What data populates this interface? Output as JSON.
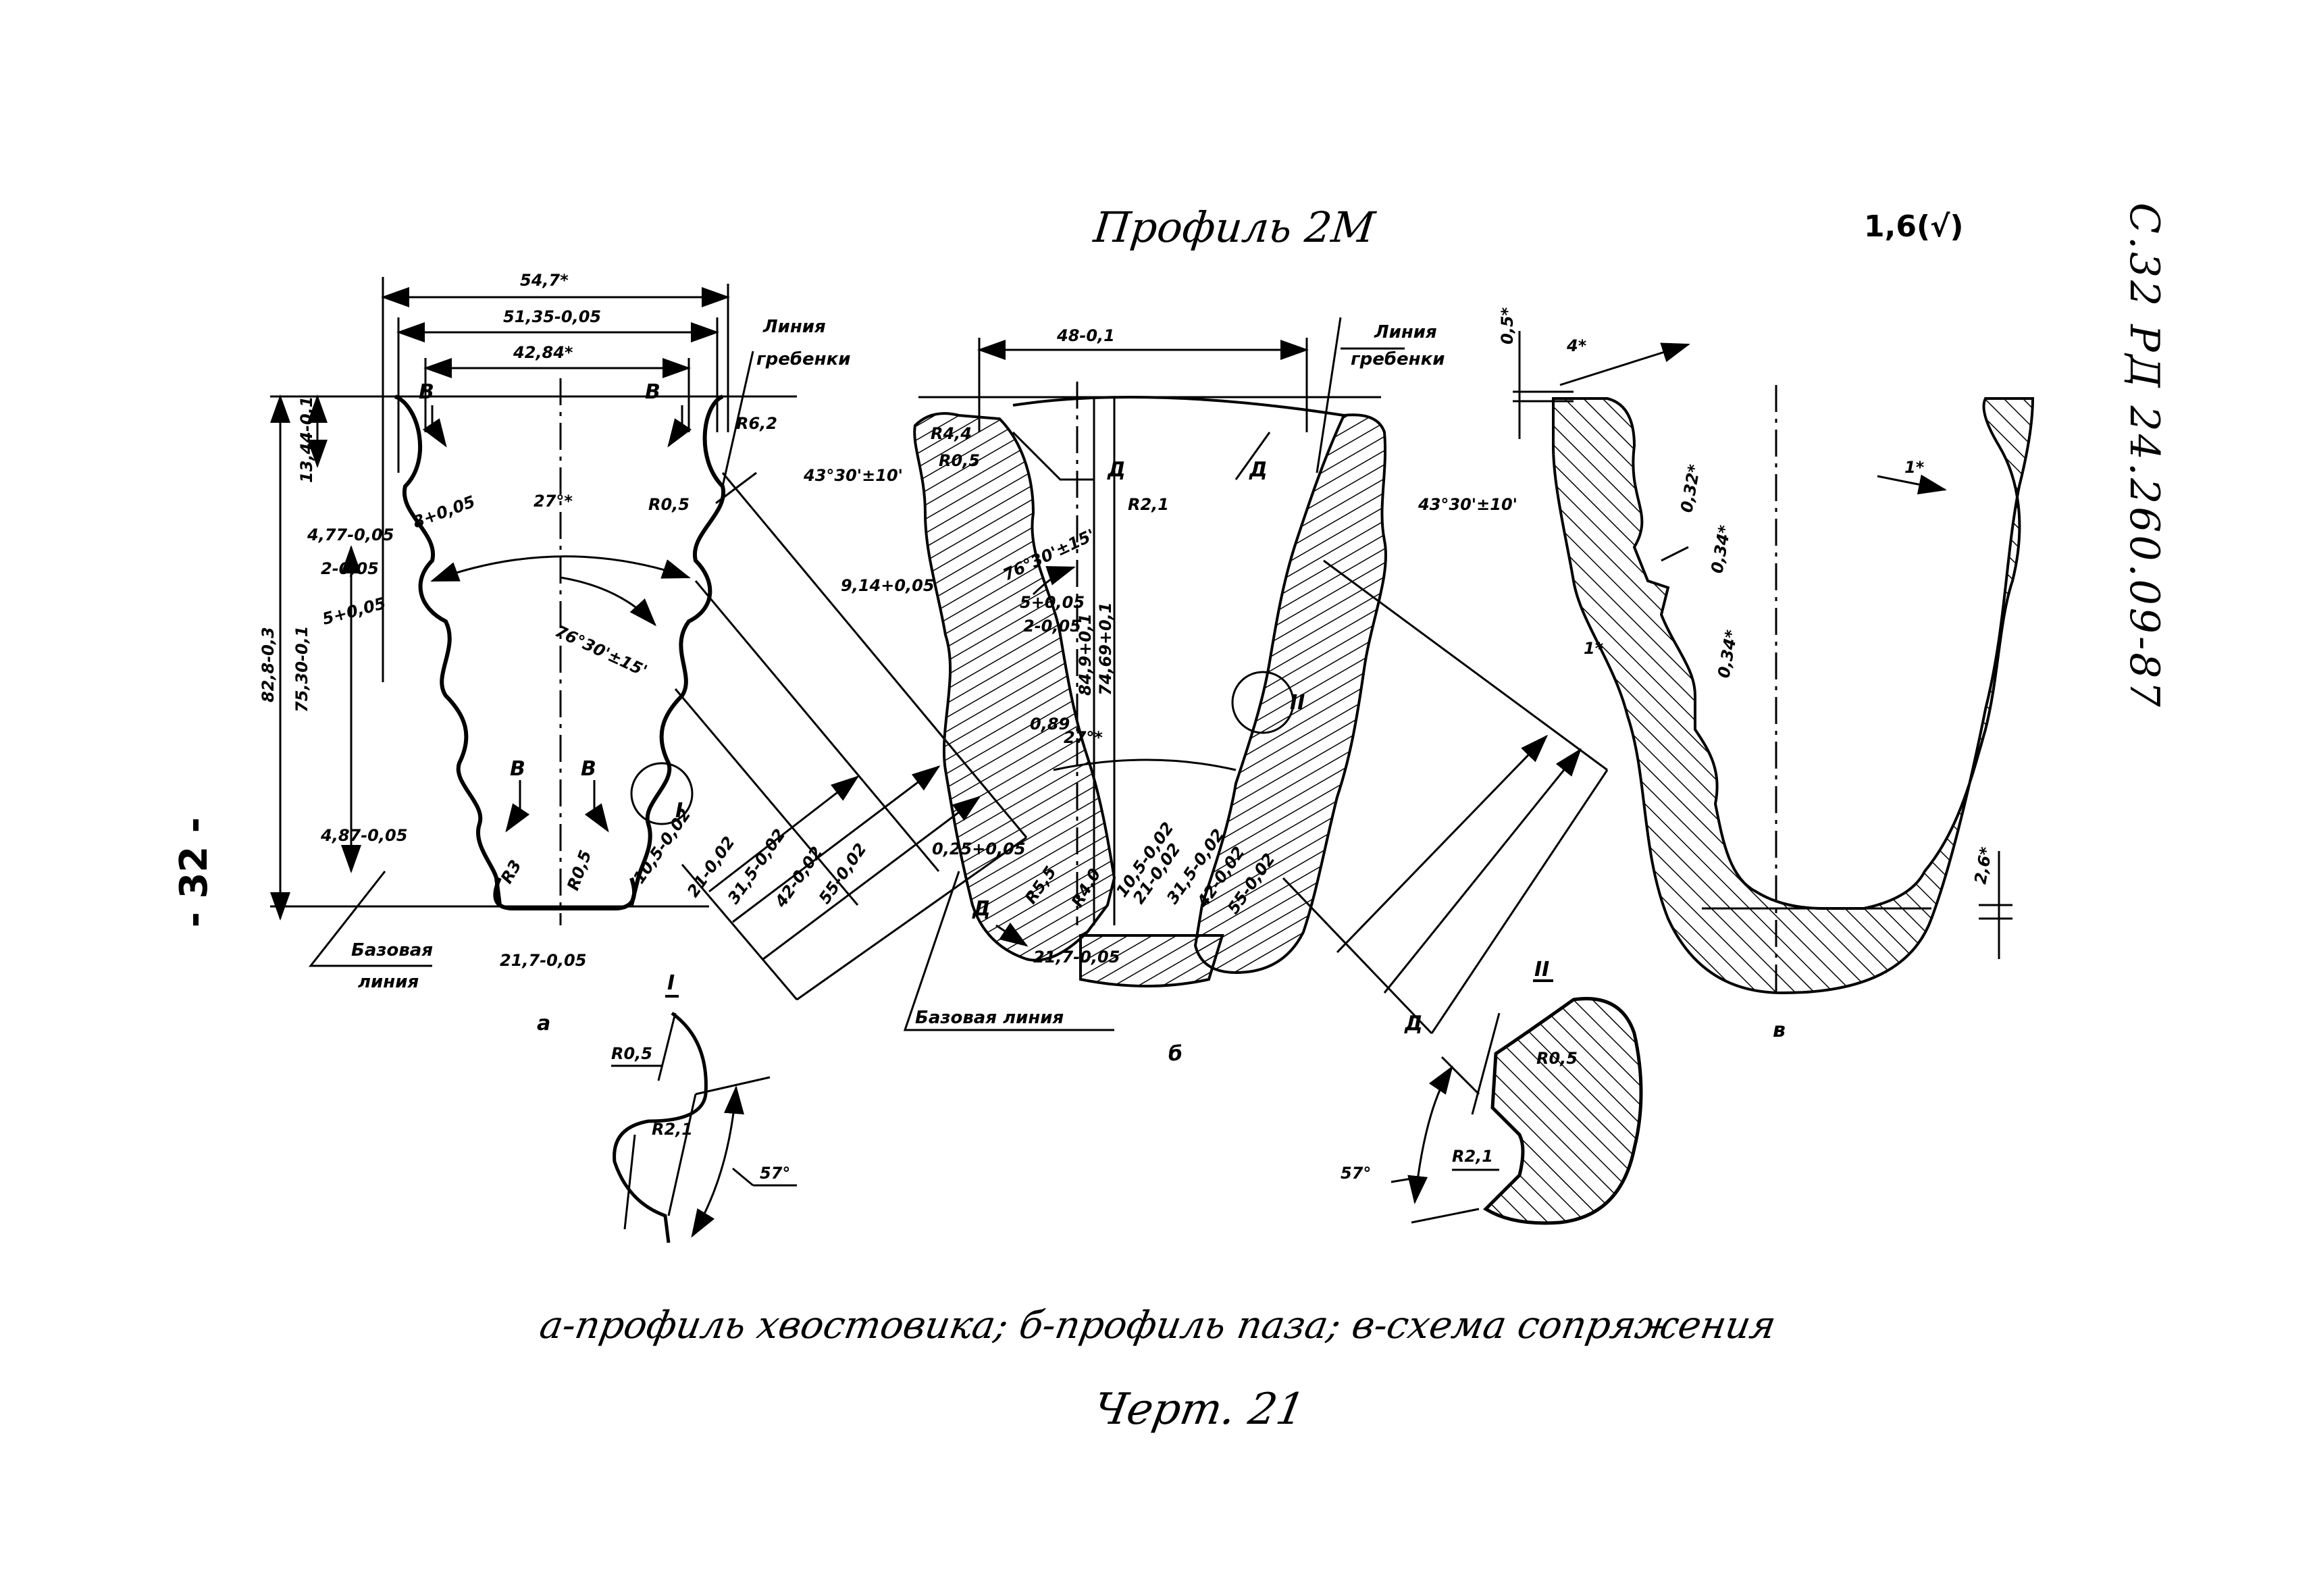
{
  "header": {
    "title": "Профиль 2М",
    "roughness_mark": "1,6(√)",
    "document_code": "С.32 РД 24.260.09-87",
    "page_number": "- 32 -"
  },
  "profile_a": {
    "label": "а",
    "dimensions": {
      "top_width_total": "54,7*",
      "top_width_mid": "51,35-0,05",
      "top_width_inner": "42,84*",
      "overall_height": "82,8-0,3",
      "height_2": "75,30-0,1",
      "height_top": "13,44-0,1",
      "tooth_pitch": "8+0,05",
      "angle_center": "27°*",
      "angle_flank": "76°30'±15'",
      "step_1": "4,77-0,05",
      "step_2": "2-0,05",
      "step_3": "5+0,05",
      "step_4": "4,87-0,05",
      "bottom_width": "21,7-0,05",
      "radius_top": "R6,2",
      "radius_r05": "R0,5",
      "radius_r3": "R3",
      "radius_bottom": "R0,5",
      "diag_1": "10,5-0,02",
      "diag_2": "21-0,02",
      "diag_3": "31,5-0,02",
      "diag_4": "42-0,02",
      "diag_5": "55-0,02",
      "angle_43": "43°30'±10'",
      "section_mark": "В",
      "detail_mark": "I"
    },
    "notes": {
      "crest_line": [
        "Линия",
        "гребенки"
      ],
      "base_line": [
        "Базовая",
        "линия"
      ]
    }
  },
  "profile_b": {
    "label": "б",
    "dimensions": {
      "top_width": "48-0,1",
      "radius_r44": "R4,4",
      "radius_r05": "R0,5",
      "radius_r21": "R2,1",
      "height_84": "84,9+0,1",
      "height_74": "74,69+0,1",
      "angle_flank": "76°30'±15'",
      "step_5": "5+0,05",
      "step_2": "2-0,05",
      "dim_914": "9,14+0,05",
      "dim_089": "0,89",
      "dim_025": "0,25+0,05",
      "angle_center": "27°*",
      "radius_r55": "R5,5",
      "radius_r40": "R4,0",
      "bottom_width": "21,7-0,05",
      "diag_1": "10,5-0,02",
      "diag_2": "21-0,02",
      "diag_3": "31,5-0,02",
      "diag_4": "42-0,02",
      "diag_5": "55-0,02",
      "angle_43": "43°30'±10'",
      "section_mark": "Д",
      "detail_mark": "II"
    },
    "notes": {
      "crest_line": [
        "Линия",
        "гребенки"
      ],
      "base_line": "Базовая линия"
    }
  },
  "profile_v": {
    "label": "в",
    "dimensions": {
      "gap_top": "0,5*",
      "gap_4": "4*",
      "gap_032": "0,32*",
      "gap_034_a": "0,34*",
      "gap_034_b": "0,34*",
      "gap_1_left": "1*",
      "gap_1_right": "1*",
      "gap_26": "2,6*"
    }
  },
  "detail_I": {
    "label": "I",
    "radius_a": "R0,5",
    "radius_b": "R2,1",
    "angle": "57°"
  },
  "detail_II": {
    "label": "II",
    "radius_a": "R0,5",
    "radius_b": "R2,1",
    "angle": "57°"
  },
  "footer": {
    "caption": "а-профиль хвостовика; б-профиль паза; в-схема сопряжения",
    "drawing_number": "Черт. 21"
  }
}
